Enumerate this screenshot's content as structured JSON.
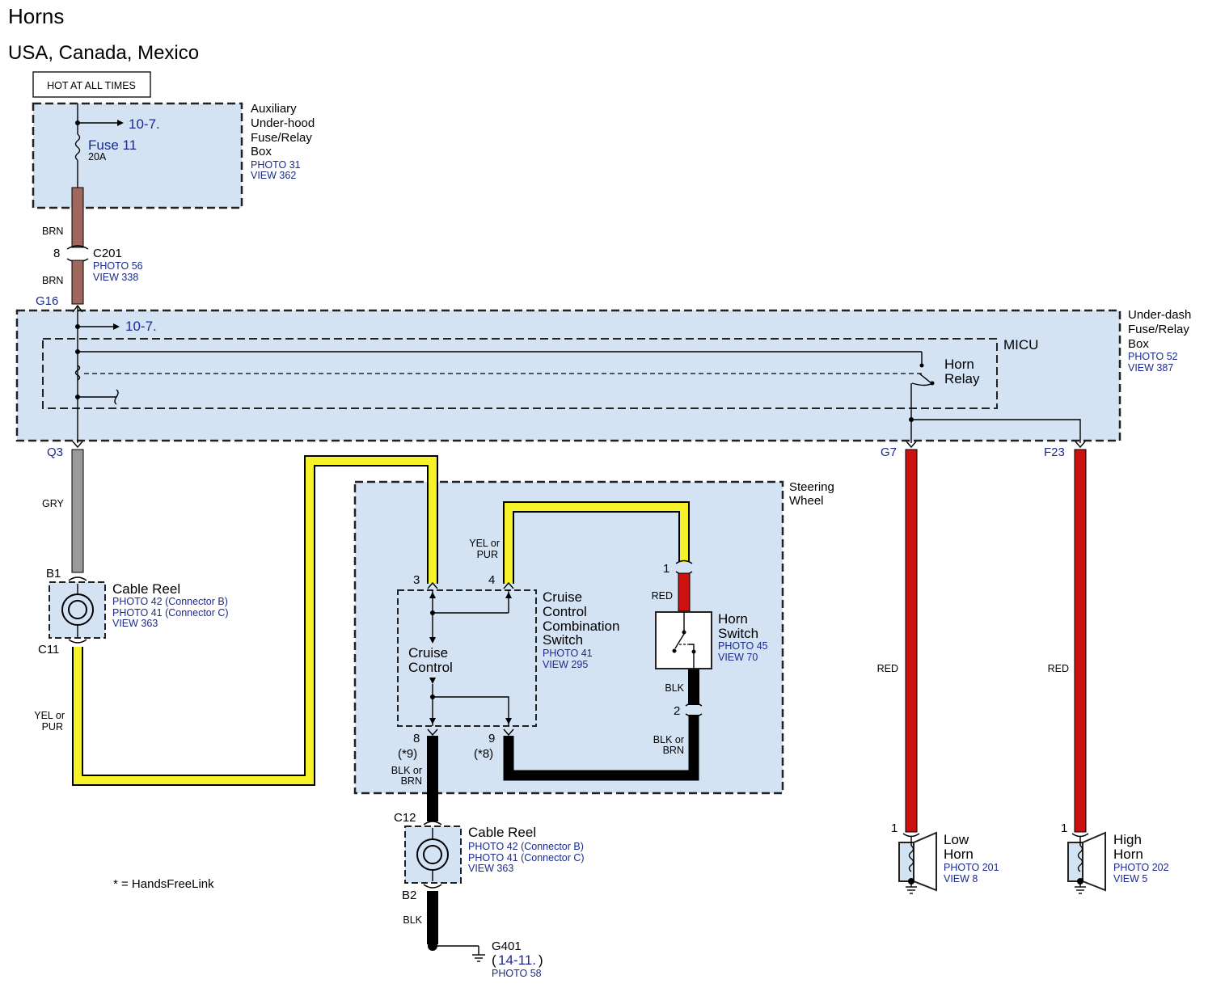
{
  "title": "Horns",
  "subtitle": "USA, Canada, Mexico",
  "hot_label": "HOT AT ALL TIMES",
  "aux_box": {
    "name": [
      "Auxiliary",
      "Under-hood",
      "Fuse/Relay",
      "Box"
    ],
    "photo": "PHOTO 31",
    "view": "VIEW 362",
    "ref": "10-7.",
    "fuse": "Fuse 11",
    "amps": "20A"
  },
  "c201": {
    "name": "C201",
    "pin": "8",
    "photo": "PHOTO 56",
    "view": "VIEW 338"
  },
  "wire_colors": {
    "brn": "BRN",
    "gry": "GRY",
    "yel_pur": [
      "YEL or",
      "PUR"
    ],
    "red": "RED",
    "blk": "BLK",
    "blk_or_brn": [
      "BLK or",
      "BRN"
    ]
  },
  "underdash": {
    "name": [
      "Under-dash",
      "Fuse/Relay",
      "Box"
    ],
    "photo": "PHOTO 52",
    "view": "VIEW 387",
    "ref": "10-7.",
    "micu": "MICU",
    "relay": [
      "Horn",
      "Relay"
    ],
    "pins": {
      "g16": "G16",
      "q3": "Q3",
      "g7": "G7",
      "f23": "F23"
    }
  },
  "cable_reel_1": {
    "name": "Cable Reel",
    "photo_b": "PHOTO 42 (Connector B)",
    "photo_c": "PHOTO 41 (Connector C)",
    "view": "VIEW 363",
    "pin_top": "B1",
    "pin_bottom": "C11"
  },
  "steering": {
    "name": [
      "Steering",
      "Wheel"
    ],
    "switch": [
      "Cruise",
      "Control",
      "Combination",
      "Switch"
    ],
    "switch_photo": "PHOTO 41",
    "switch_view": "VIEW 295",
    "cruise": [
      "Cruise",
      "Control"
    ],
    "pins": {
      "p3": "3",
      "p4": "4",
      "p8": "8",
      "p8b": "(*9)",
      "p9": "9",
      "p9b": "(*8)"
    },
    "horn_switch": [
      "Horn",
      "Switch"
    ],
    "horn_photo": "PHOTO 45",
    "horn_view": "VIEW 70",
    "horn_pins": {
      "p1": "1",
      "p2": "2"
    }
  },
  "cable_reel_2": {
    "name": "Cable Reel",
    "photo_b": "PHOTO 42 (Connector B)",
    "photo_c": "PHOTO 41 (Connector C)",
    "view": "VIEW 363",
    "pin_top": "C12",
    "pin_bottom": "B2"
  },
  "ground": {
    "name": "G401",
    "open": "(",
    "ref": "14-11.",
    "close": ")",
    "photo": "PHOTO 58"
  },
  "footnote": "* = HandsFreeLink",
  "low_horn": {
    "name": [
      "Low",
      "Horn"
    ],
    "photo": "PHOTO 201",
    "view": "VIEW 8",
    "pin": "1"
  },
  "high_horn": {
    "name": [
      "High",
      "Horn"
    ],
    "photo": "PHOTO 202",
    "view": "VIEW 5",
    "pin": "1"
  },
  "colors": {
    "brown": "#a0675f",
    "gray": "#9a9a9a",
    "yellow": "#f6f22a",
    "red": "#cc1111",
    "black": "#000000",
    "box_fill": "#d3e3f4",
    "ref_blue": "#1b2a8c"
  }
}
